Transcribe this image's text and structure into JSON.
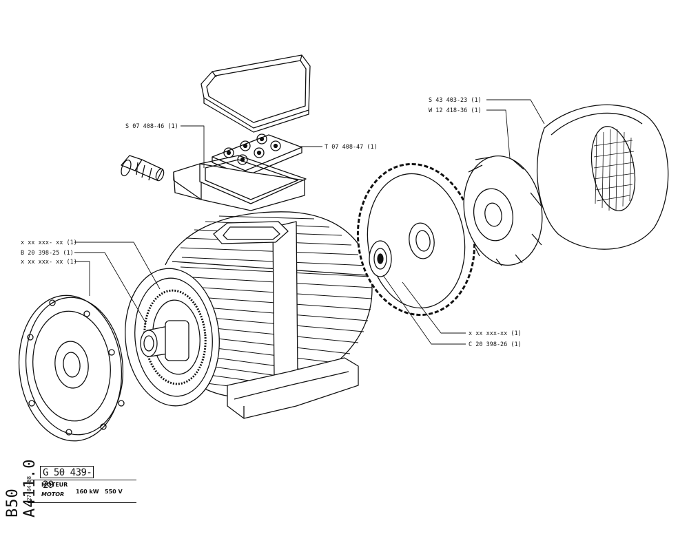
{
  "callouts": {
    "terminal_box_cover": "S 07 408-46 (1)",
    "terminal_board": "T 07 408-47 (1)",
    "bearing_front_a": "x xx xxx- xx (1)",
    "bearing_front_b": "B 20 398-25 (1)",
    "bearing_front_c": "x xx xxx- xx (1)",
    "fan_cover_a": "S 43 403-23 (1)",
    "fan_cover_b": "W 12 418-36 (1)",
    "rear_shield": "x xx xxx-xx (1)",
    "rear_bearing": "C 20 398-26 (1)"
  },
  "title_block": {
    "drawing_number": "G 50 439-29",
    "designation_fr": "MOTEUR",
    "designation_en": "MOTOR",
    "power": "160 kW",
    "voltage": "550 V",
    "date": "27-04-88"
  },
  "side_code": "B50 A411.0",
  "line_color": "#111111"
}
